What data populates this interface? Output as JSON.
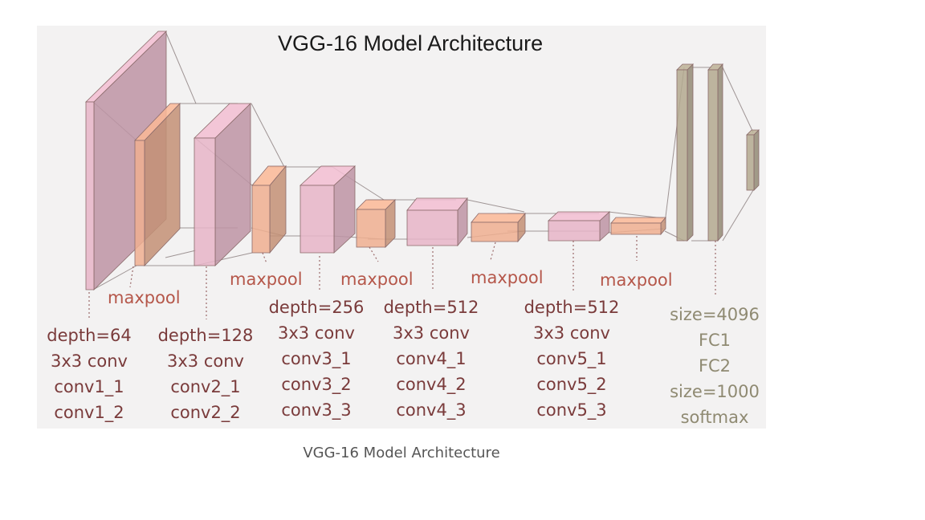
{
  "title": "VGG-16 Model Architecture",
  "caption": "VGG-16 Model Architecture",
  "colors": {
    "conv": "#e6b5c8",
    "pool": "#eeaf90",
    "fc": "#b3a98f",
    "label_conv": "#7a3b3b",
    "label_pool": "#b5574a",
    "label_fc": "#8f8a72"
  },
  "pool_labels": [
    "maxpool",
    "maxpool",
    "maxpool",
    "maxpool",
    "maxpool"
  ],
  "block_labels": [
    [
      "depth=64",
      "3x3 conv",
      "conv1_1",
      "conv1_2"
    ],
    [
      "depth=128",
      "3x3 conv",
      "conv2_1",
      "conv2_2"
    ],
    [
      "depth=256",
      "3x3 conv",
      "conv3_1",
      "conv3_2",
      "conv3_3"
    ],
    [
      "depth=512",
      "3x3 conv",
      "conv4_1",
      "conv4_2",
      "conv4_3"
    ],
    [
      "depth=512",
      "3x3 conv",
      "conv5_1",
      "conv5_2",
      "conv5_3"
    ],
    [
      "size=4096",
      "FC1",
      "FC2",
      "size=1000",
      "softmax"
    ]
  ]
}
